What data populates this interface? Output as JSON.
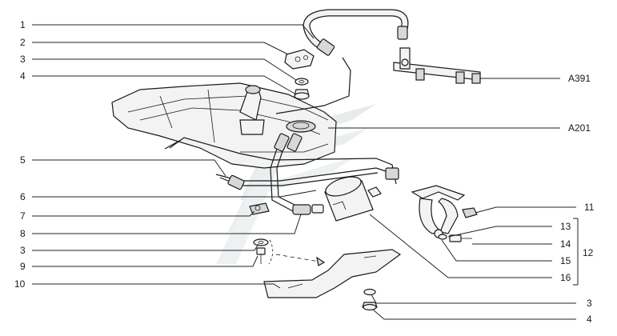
{
  "labels_left": [
    {
      "text": "1"
    },
    {
      "text": "2"
    },
    {
      "text": "3"
    },
    {
      "text": "4"
    },
    {
      "text": "5"
    },
    {
      "text": "6"
    },
    {
      "text": "7"
    },
    {
      "text": "8"
    },
    {
      "text": "3"
    },
    {
      "text": "9"
    },
    {
      "text": "10"
    }
  ],
  "labels_right": [
    {
      "text": "A391"
    },
    {
      "text": "A201"
    },
    {
      "text": "11"
    },
    {
      "text": "13"
    },
    {
      "text": "14"
    },
    {
      "text": "15"
    },
    {
      "text": "16"
    },
    {
      "text": "3"
    },
    {
      "text": "4"
    }
  ],
  "group_label": "12"
}
